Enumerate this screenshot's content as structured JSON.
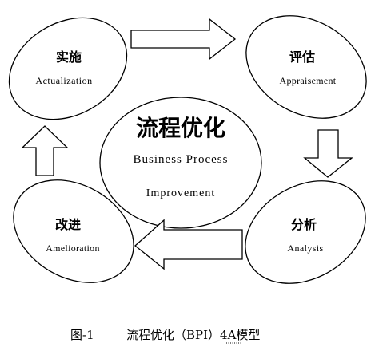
{
  "diagram": {
    "center": {
      "title": "流程优化",
      "line1": "Business Process",
      "line2": "Improvement"
    },
    "nodes": {
      "implementation": {
        "title": "实施",
        "subtitle": "Actualization"
      },
      "evaluation": {
        "title": "评估",
        "subtitle": "Appraisement"
      },
      "analysis": {
        "title": "分析",
        "subtitle": "Analysis"
      },
      "improvement": {
        "title": "改进",
        "subtitle": "Amelioration"
      }
    },
    "caption": {
      "figure_number": "图-1",
      "text": "流程优化（BPI）4A模型"
    }
  },
  "colors": {
    "stroke": "#000000",
    "fill": "#ffffff",
    "text": "#000000"
  }
}
